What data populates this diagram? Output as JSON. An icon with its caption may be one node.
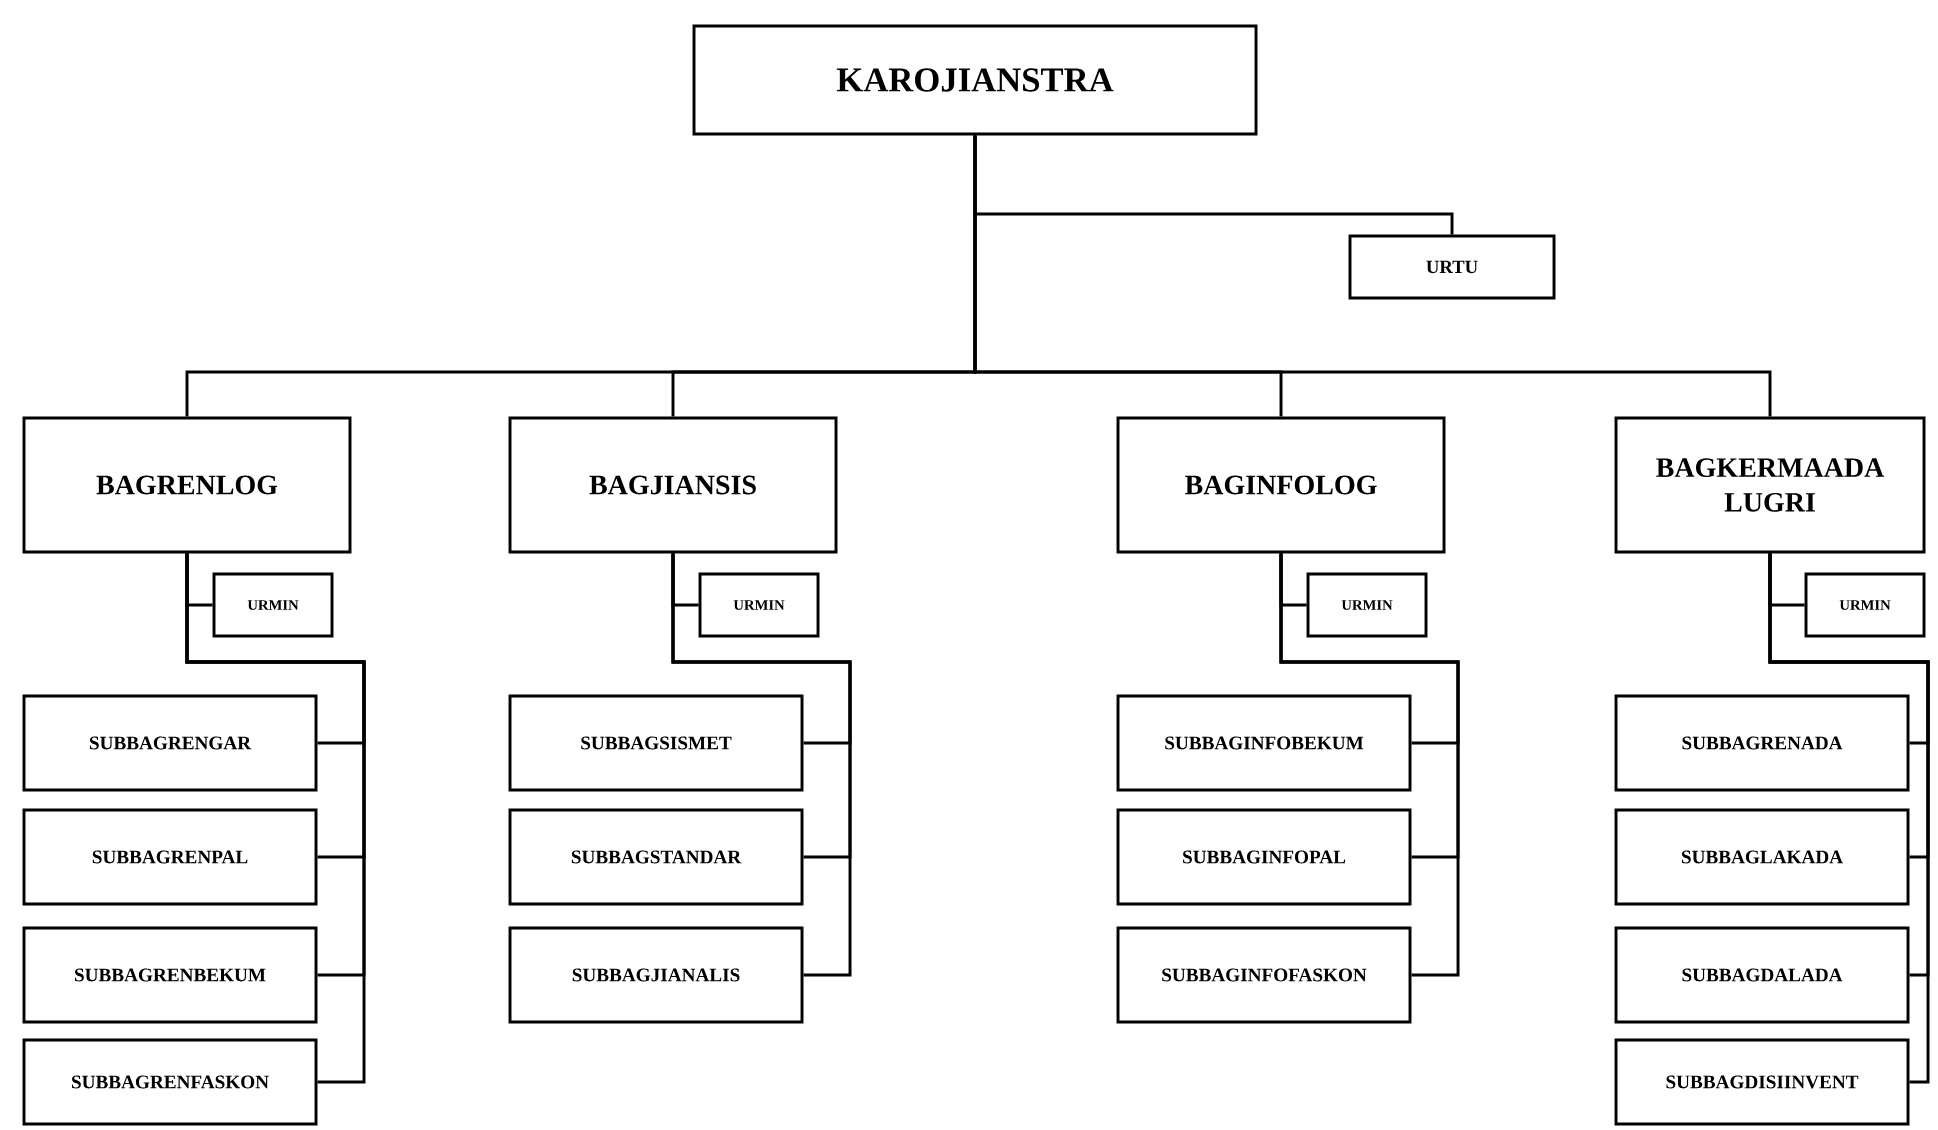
{
  "diagram": {
    "nodes": [
      {
        "text": [
          "KAROJIANSTRA"
        ]
      },
      {
        "text": [
          "URTU"
        ]
      },
      {
        "text": [
          "BAGRENLOG"
        ]
      },
      {
        "text": [
          "URMIN"
        ]
      },
      {
        "text": [
          "SUBBAGRENGAR"
        ]
      },
      {
        "text": [
          "SUBBAGRENPAL"
        ]
      },
      {
        "text": [
          "SUBBAGRENBEKUM"
        ]
      },
      {
        "text": [
          "SUBBAGRENFASKON"
        ]
      },
      {
        "text": [
          "BAGJIANSIS"
        ]
      },
      {
        "text": [
          "URMIN"
        ]
      },
      {
        "text": [
          "SUBBAGSISMET"
        ]
      },
      {
        "text": [
          "SUBBAGSTANDAR"
        ]
      },
      {
        "text": [
          "SUBBAGJIANALIS"
        ]
      },
      {
        "text": [
          "BAGINFOLOG"
        ]
      },
      {
        "text": [
          "URMIN"
        ]
      },
      {
        "text": [
          "SUBBAGINFOBEKUM"
        ]
      },
      {
        "text": [
          "SUBBAGINFOPAL"
        ]
      },
      {
        "text": [
          "SUBBAGINFOFASKON"
        ]
      },
      {
        "text": [
          "BAGKERMAADA LUGRI"
        ]
      },
      {
        "text": [
          "URMIN"
        ]
      },
      {
        "text": [
          "SUBBAGRENADA"
        ]
      },
      {
        "text": [
          "SUBBAGLAKADA"
        ]
      },
      {
        "text": [
          "SUBBAGDALADA"
        ]
      },
      {
        "text": [
          "SUBBAGDISIINVENT"
        ]
      }
    ],
    "edges": [
      {
        "from": 0,
        "to": 1,
        "arrow": "none"
      },
      {
        "from": 0,
        "to": 2,
        "arrow": "none"
      },
      {
        "from": 0,
        "to": 8,
        "arrow": "none"
      },
      {
        "from": 0,
        "to": 13,
        "arrow": "none"
      },
      {
        "from": 0,
        "to": 18,
        "arrow": "none"
      },
      {
        "from": 2,
        "to": 3,
        "arrow": "none"
      },
      {
        "from": 2,
        "to": 4,
        "arrow": "none"
      },
      {
        "from": 2,
        "to": 5,
        "arrow": "none"
      },
      {
        "from": 2,
        "to": 6,
        "arrow": "none"
      },
      {
        "from": 2,
        "to": 7,
        "arrow": "none"
      },
      {
        "from": 8,
        "to": 9,
        "arrow": "none"
      },
      {
        "from": 8,
        "to": 10,
        "arrow": "none"
      },
      {
        "from": 8,
        "to": 11,
        "arrow": "none"
      },
      {
        "from": 8,
        "to": 12,
        "arrow": "none"
      },
      {
        "from": 13,
        "to": 14,
        "arrow": "none"
      },
      {
        "from": 13,
        "to": 15,
        "arrow": "none"
      },
      {
        "from": 13,
        "to": 16,
        "arrow": "none"
      },
      {
        "from": 13,
        "to": 17,
        "arrow": "none"
      },
      {
        "from": 18,
        "to": 19,
        "arrow": "none"
      },
      {
        "from": 18,
        "to": 20,
        "arrow": "none"
      },
      {
        "from": 18,
        "to": 21,
        "arrow": "none"
      },
      {
        "from": 18,
        "to": 22,
        "arrow": "none"
      },
      {
        "from": 18,
        "to": 23,
        "arrow": "none"
      }
    ]
  }
}
